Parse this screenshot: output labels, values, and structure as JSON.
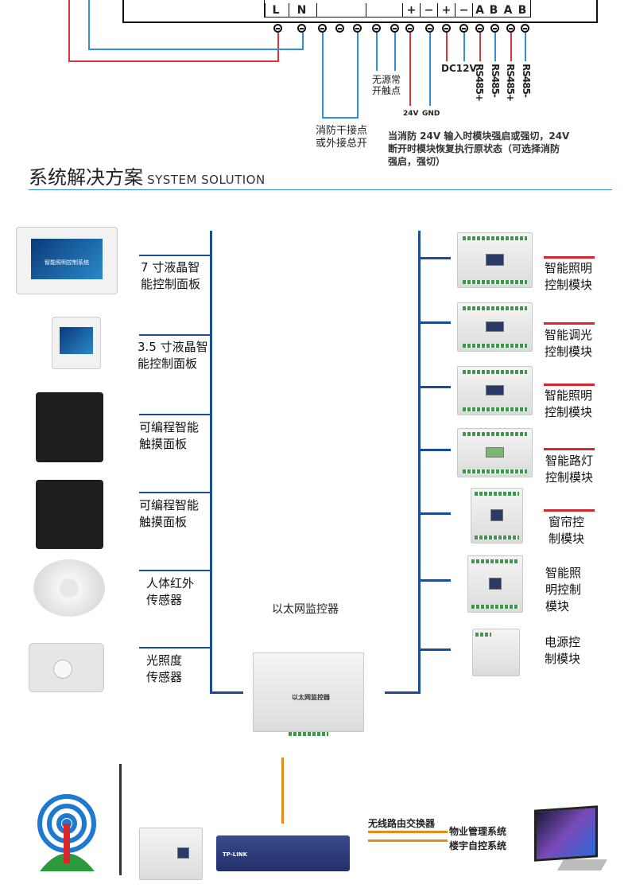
{
  "wiring": {
    "terminals": [
      "L",
      "N",
      "+",
      "−",
      "+",
      "−",
      "A",
      "B",
      "A",
      "B"
    ],
    "contact_labels": [
      "无源常",
      "开触点"
    ],
    "v24": "24V",
    "gnd": "GND",
    "dc12v": "DC12V",
    "rs485": [
      "RS485+",
      "RS485-",
      "RS485+",
      "RS485-"
    ],
    "fire_contact": [
      "消防干接点",
      "或外接总开"
    ],
    "note": [
      "当消防 24V 输入时模块强启或强切，24V",
      "断开时模块恢复执行原状态（可选择消防",
      "强启，强切）"
    ],
    "colors": {
      "red": "#e0333a",
      "blue": "#2e90d8"
    }
  },
  "section": {
    "title_cn": "系统解决方案",
    "title_en": "SYSTEM SOLUTION"
  },
  "left_devices": [
    {
      "label": [
        "7 寸液晶智",
        "能控制面板"
      ],
      "screen_text": "智能照明控制系统"
    },
    {
      "label": [
        "3.5 寸液晶智",
        "能控制面板"
      ]
    },
    {
      "label": [
        "可编程智能",
        "触摸面板"
      ]
    },
    {
      "label": [
        "可编程智能",
        "触摸面板"
      ]
    },
    {
      "label": [
        "人体红外",
        "传感器"
      ]
    },
    {
      "label": [
        "光照度",
        "传感器"
      ]
    }
  ],
  "right_devices": [
    {
      "label": [
        "智能照明",
        "控制模块"
      ]
    },
    {
      "label": [
        "智能调光",
        "控制模块"
      ]
    },
    {
      "label": [
        "智能照明",
        "控制模块"
      ]
    },
    {
      "label": [
        "智能路灯",
        "控制模块"
      ]
    },
    {
      "label": [
        "窗帘控",
        "制模块"
      ]
    },
    {
      "label": [
        "智能照",
        "明控制",
        "模块"
      ]
    },
    {
      "label": [
        "电源控",
        "制模块"
      ]
    }
  ],
  "controller": {
    "label": "以太网监控器",
    "device_text": "以太网监控器"
  },
  "bottom": {
    "router_label": "无线路由交换器",
    "systems": [
      "物业管理系统",
      "楼宇自控系统"
    ],
    "router_brand": "TP-LINK"
  }
}
